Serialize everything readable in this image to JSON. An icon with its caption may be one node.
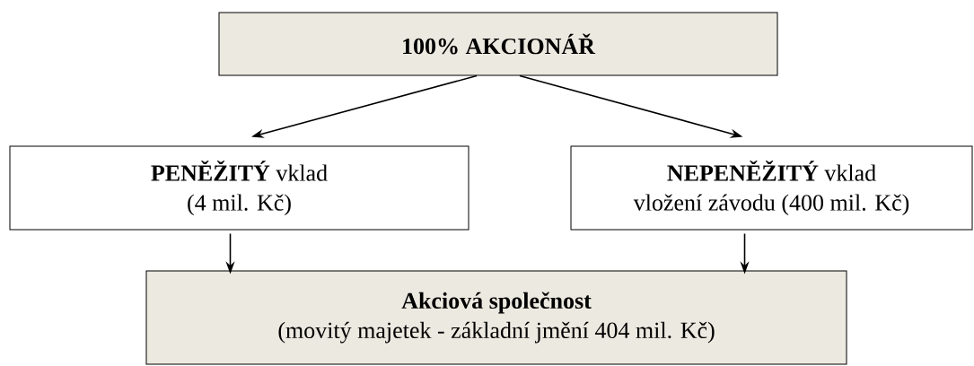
{
  "diagram": {
    "nodes": [
      {
        "text": [
          "100% AKCIONÁŘ"
        ]
      },
      {
        "text": [
          "**PENĚŽITÝ** vklad",
          "(4 mil. Kč)"
        ]
      },
      {
        "text": [
          "**NEPENĚŽITÝ** vklad",
          "vložení závodu (400 mil. Kč)"
        ]
      },
      {
        "text": [
          "Akciová společnost",
          "(movitý majetek - základní jmění 404 mil. Kč)"
        ]
      }
    ],
    "edges": [
      {
        "from": 0,
        "to": 1,
        "arrow": "to"
      },
      {
        "from": 0,
        "to": 2,
        "arrow": "to"
      },
      {
        "from": 1,
        "to": 3,
        "arrow": "to"
      },
      {
        "from": 2,
        "to": 3,
        "arrow": "to"
      }
    ]
  }
}
